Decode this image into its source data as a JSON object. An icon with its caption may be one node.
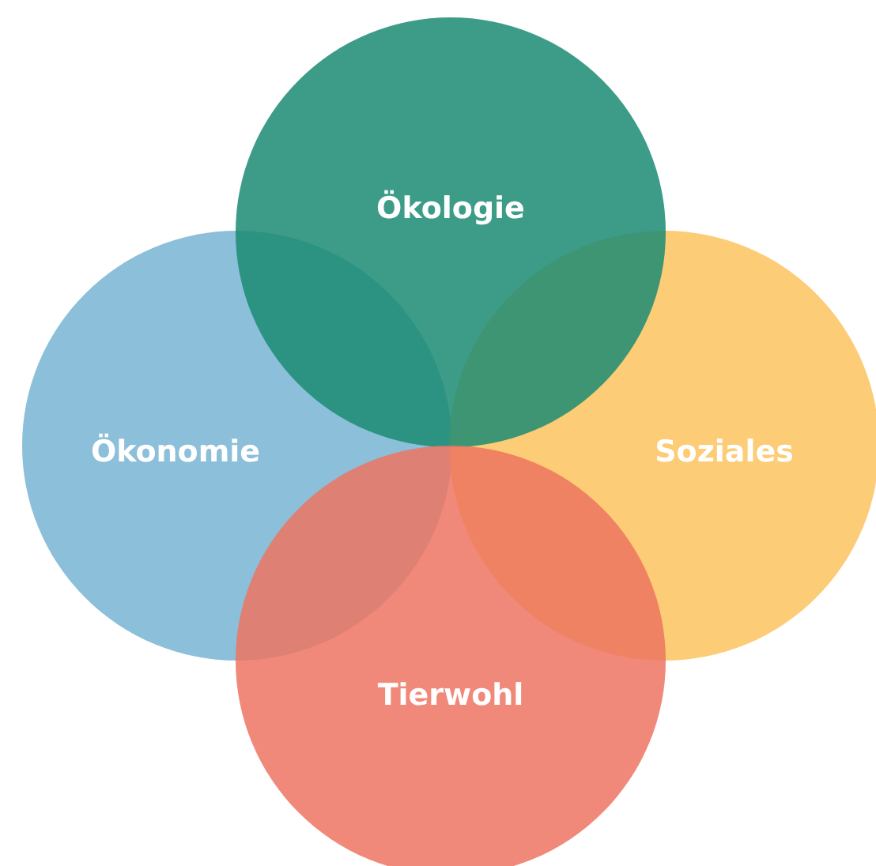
{
  "diagram": {
    "nodes": [
      {
        "text": [
          "Ökologie"
        ]
      },
      {
        "text": [
          "Ökonomie"
        ]
      },
      {
        "text": [
          "Soziales"
        ]
      },
      {
        "text": [
          "Tierwohl"
        ]
      }
    ]
  }
}
